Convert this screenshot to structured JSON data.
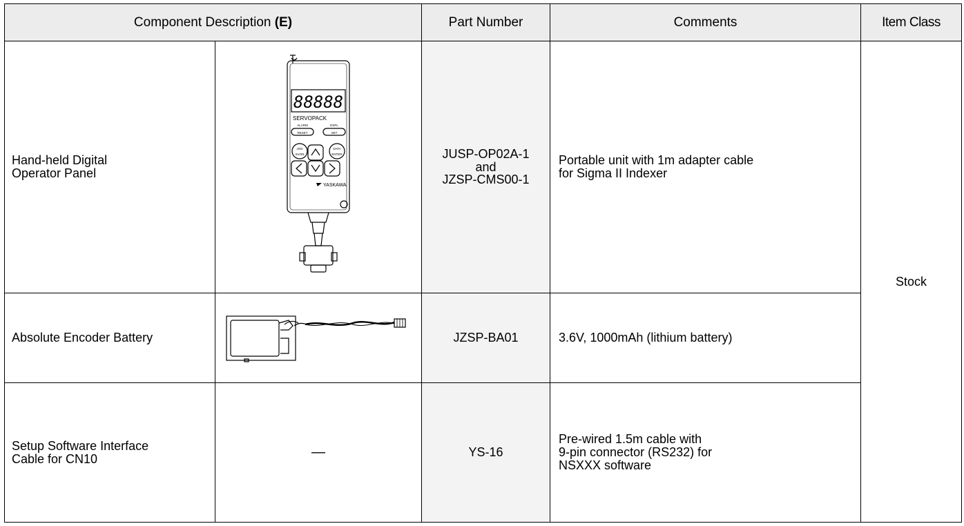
{
  "header": {
    "component_description": "Component  Description",
    "component_description_tag": "(E)",
    "part_number": "Part Number",
    "comments": "Comments",
    "item_class": "Item Class"
  },
  "rows": [
    {
      "description": "Hand-held Digital\nOperator Panel",
      "part_number": "JUSP-OP02A-1\nand\nJZSP-CMS00-1",
      "comments": "Portable unit with 1m adapter cable\nfor Sigma II Indexer",
      "operator_display": "88888",
      "operator_labels": {
        "brand": "SERVOPACK",
        "alarm": "ALARM",
        "reset": "RESET",
        "dspl": "DSPL",
        "set": "SET",
        "jog": "JOG",
        "svon": "SVON",
        "data": "DATA",
        "enter": "ENTER",
        "maker": "YASKAWA"
      }
    },
    {
      "description": "Absolute Encoder Battery",
      "part_number": "JZSP-BA01",
      "comments": "3.6V, 1000mAh (lithium battery)"
    },
    {
      "description": "Setup Software Interface\nCable for CN10",
      "image_placeholder": "—",
      "part_number": "YS-16",
      "comments": "Pre-wired 1.5m cable with\n9-pin connector (RS232) for\nNSXXX software"
    }
  ],
  "item_class": "Stock"
}
